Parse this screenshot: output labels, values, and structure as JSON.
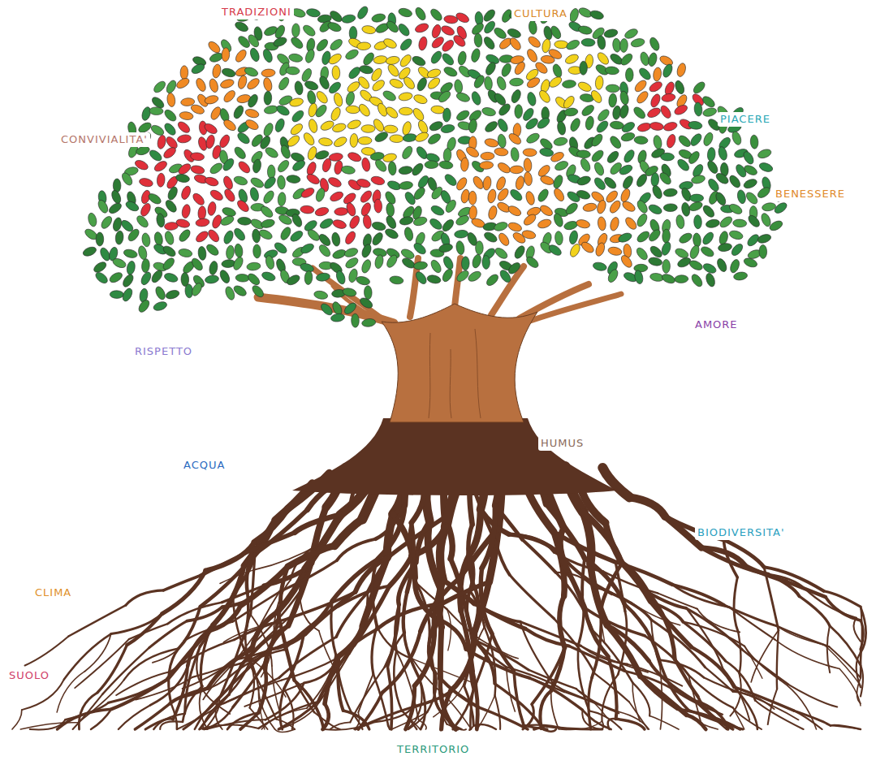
{
  "diagram": {
    "labels": [
      "TRADIZIONI",
      "CULTURA",
      "CONVIVIALITA'",
      "PIACERE",
      "BENESSERE",
      "RISPETTO",
      "AMORE",
      "HUMUS",
      "ACQUA",
      "BIODIVERSITA'",
      "CLIMA",
      "SUOLO",
      "TERRITORIO"
    ]
  }
}
